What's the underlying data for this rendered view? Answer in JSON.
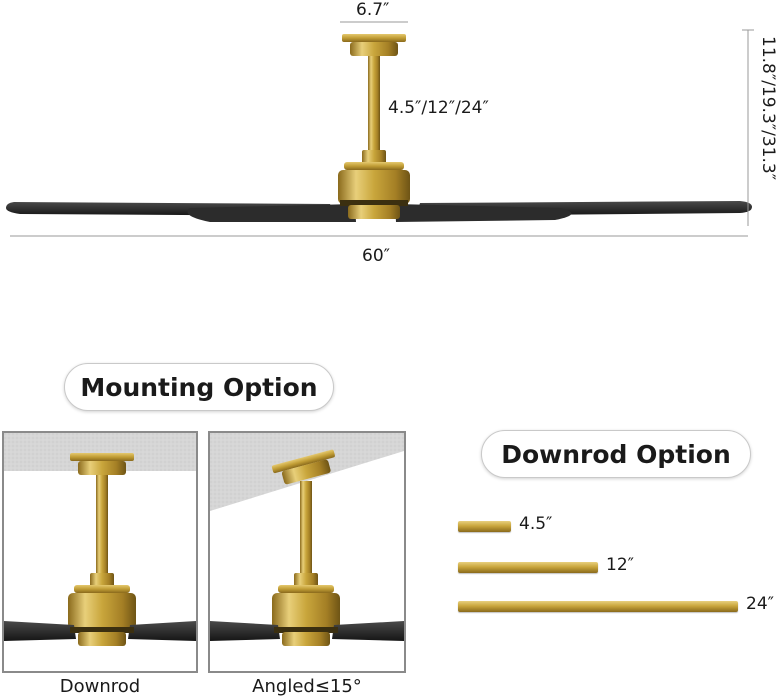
{
  "dimensions": {
    "canopy_width": "6.7″",
    "downrod_length": "4.5″/12″/24″",
    "total_height": "11.8″/19.3″/31.3″",
    "blade_span": "60″"
  },
  "mounting": {
    "title": "Mounting Option",
    "options": [
      {
        "label": "Downrod"
      },
      {
        "label": "Angled≤15°"
      }
    ]
  },
  "downrod": {
    "title": "Downrod Option",
    "rods": [
      {
        "label": "4.5″",
        "length_in": 4.5
      },
      {
        "label": "12″",
        "length_in": 12
      },
      {
        "label": "24″",
        "length_in": 24
      }
    ]
  },
  "colors": {
    "brass": "#c9a63c",
    "blade": "#2a2a2a",
    "ceiling": "#d4d4d4",
    "dimension_line": "#9a9a9a"
  }
}
